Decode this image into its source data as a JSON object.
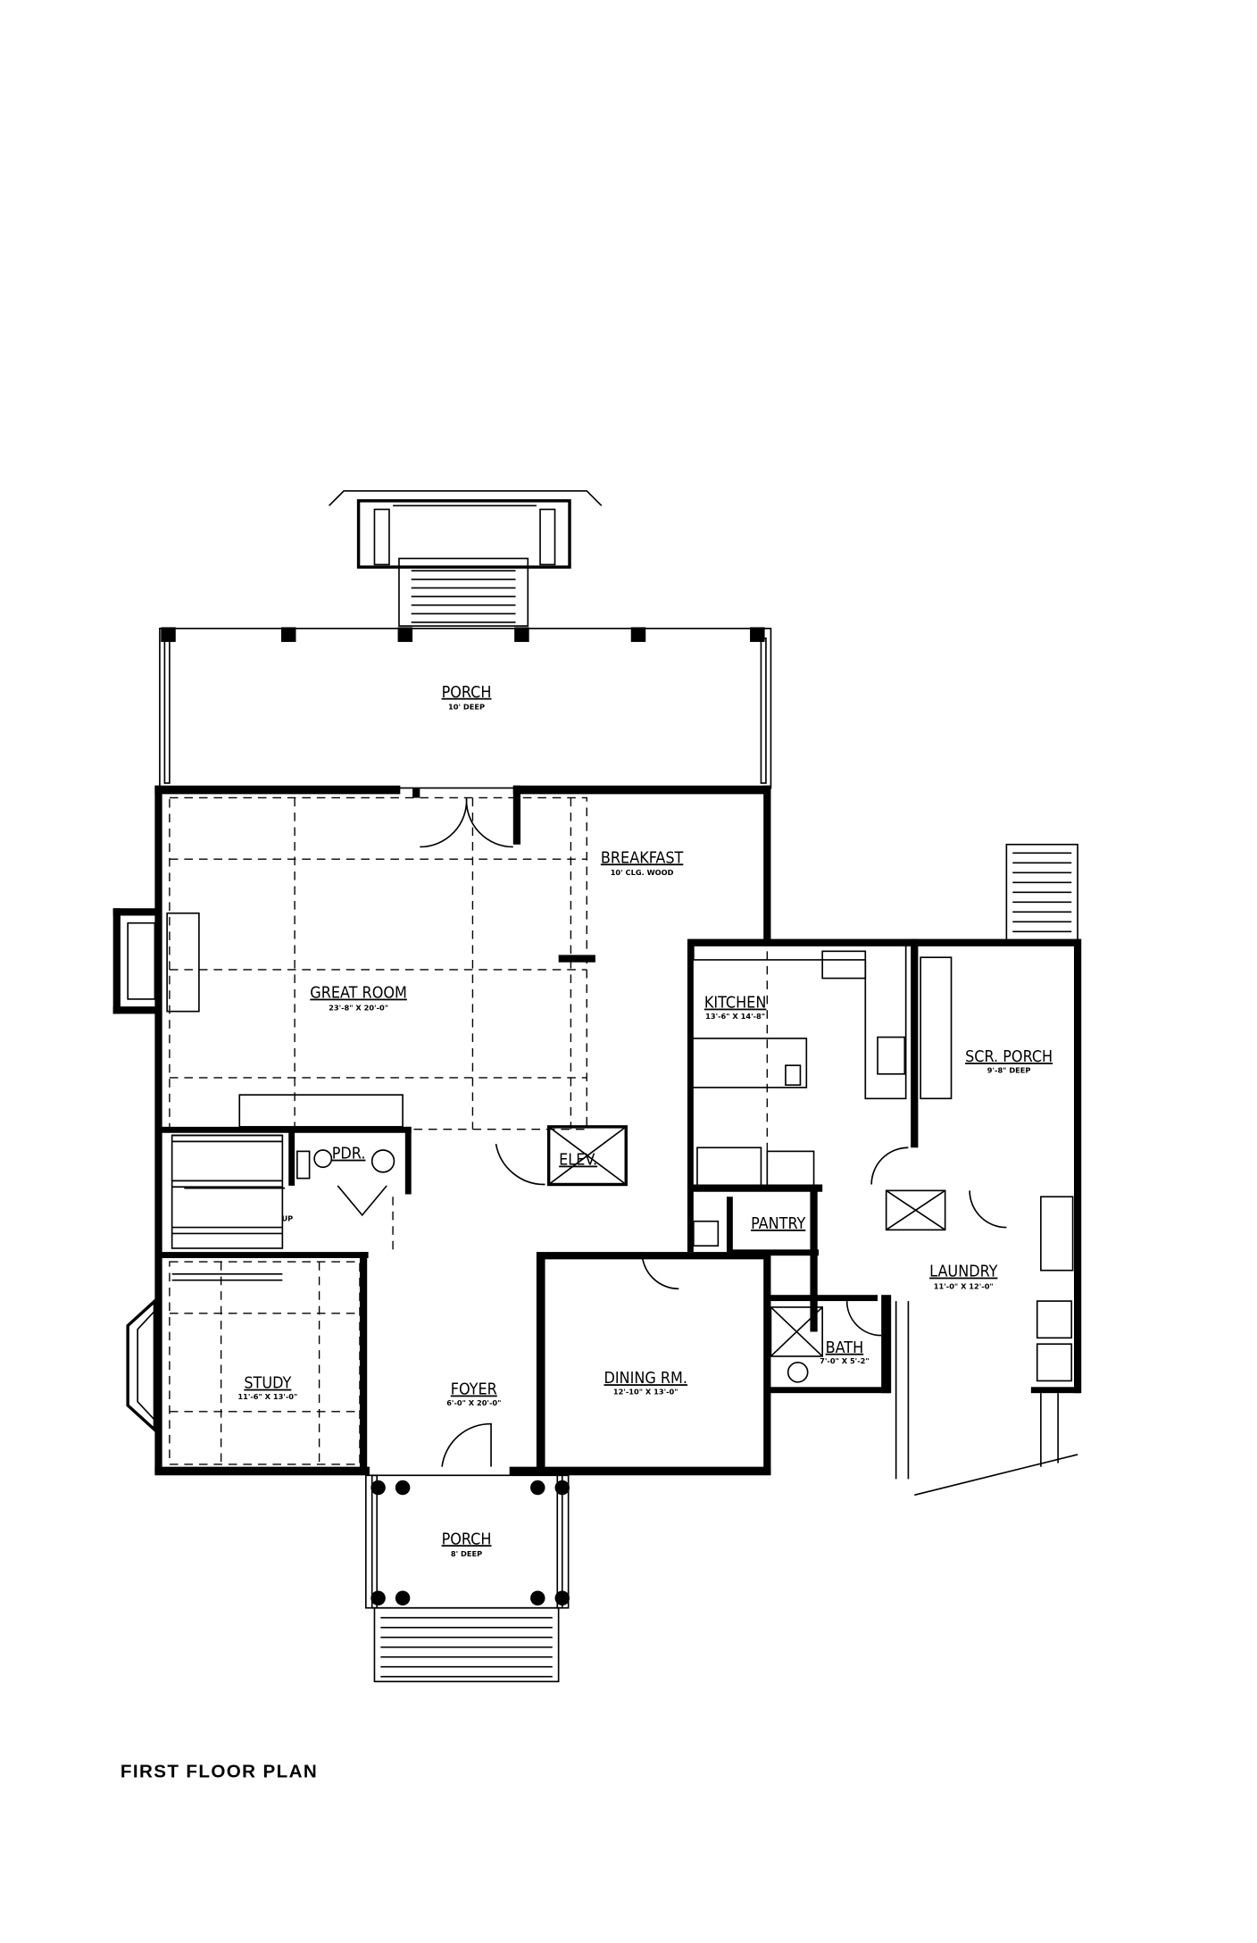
{
  "title": "FIRST FLOOR PLAN",
  "rooms": {
    "rear_porch": {
      "name": "PORCH",
      "dims": "10' DEEP"
    },
    "great_room": {
      "name": "GREAT ROOM",
      "dims": "23'-8\" X 20'-0\""
    },
    "breakfast": {
      "name": "BREAKFAST",
      "dims": "10' CLG. WOOD"
    },
    "kitchen": {
      "name": "KITCHEN",
      "dims": "13'-6\" X 14'-8\""
    },
    "scr_porch": {
      "name": "SCR. PORCH",
      "dims": "9'-8\" DEEP"
    },
    "pdr": {
      "name": "PDR."
    },
    "elev": {
      "name": "ELEV."
    },
    "pantry": {
      "name": "PANTRY"
    },
    "laundry": {
      "name": "LAUNDRY",
      "dims": "11'-0\" X 12'-0\""
    },
    "bath": {
      "name": "BATH",
      "dims": "7'-0\" X 5'-2\""
    },
    "study": {
      "name": "STUDY",
      "dims": "11'-6\" X 13'-0\""
    },
    "foyer": {
      "name": "FOYER",
      "dims": "6'-0\" X 20'-0\""
    },
    "dining": {
      "name": "DINING RM.",
      "dims": "12'-10\" X 13'-0\""
    },
    "front_porch": {
      "name": "PORCH",
      "dims": "8' DEEP"
    }
  },
  "stair_up_label": "UP"
}
